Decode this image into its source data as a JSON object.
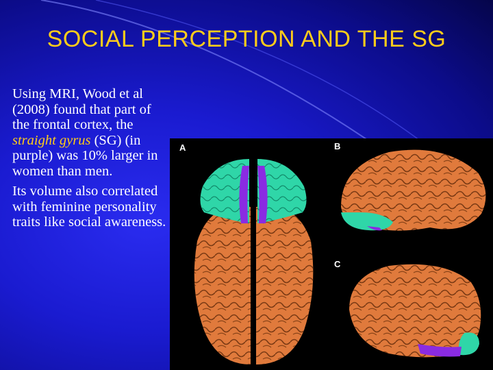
{
  "slide": {
    "title": "SOCIAL PERCEPTION AND THE SG",
    "paragraph1": {
      "part1": "Using MRI, Wood et al (2008) found that part of the frontal cortex, the ",
      "italic": "straight gyrus",
      "part2": " (SG) (in purple) was 10% larger in women than men."
    },
    "paragraph2": "Its volume also correlated with feminine personality traits like social awareness."
  },
  "figure": {
    "panels": [
      {
        "label": "A"
      },
      {
        "label": "B"
      },
      {
        "label": "C"
      }
    ]
  },
  "colors": {
    "title": "#ffcc1a",
    "body_text": "#ffffff",
    "background": "#1a1bd0",
    "brain": "#e07a3c",
    "frontal": "#2fd6a8",
    "straight_gyrus": "#8a2be2"
  }
}
